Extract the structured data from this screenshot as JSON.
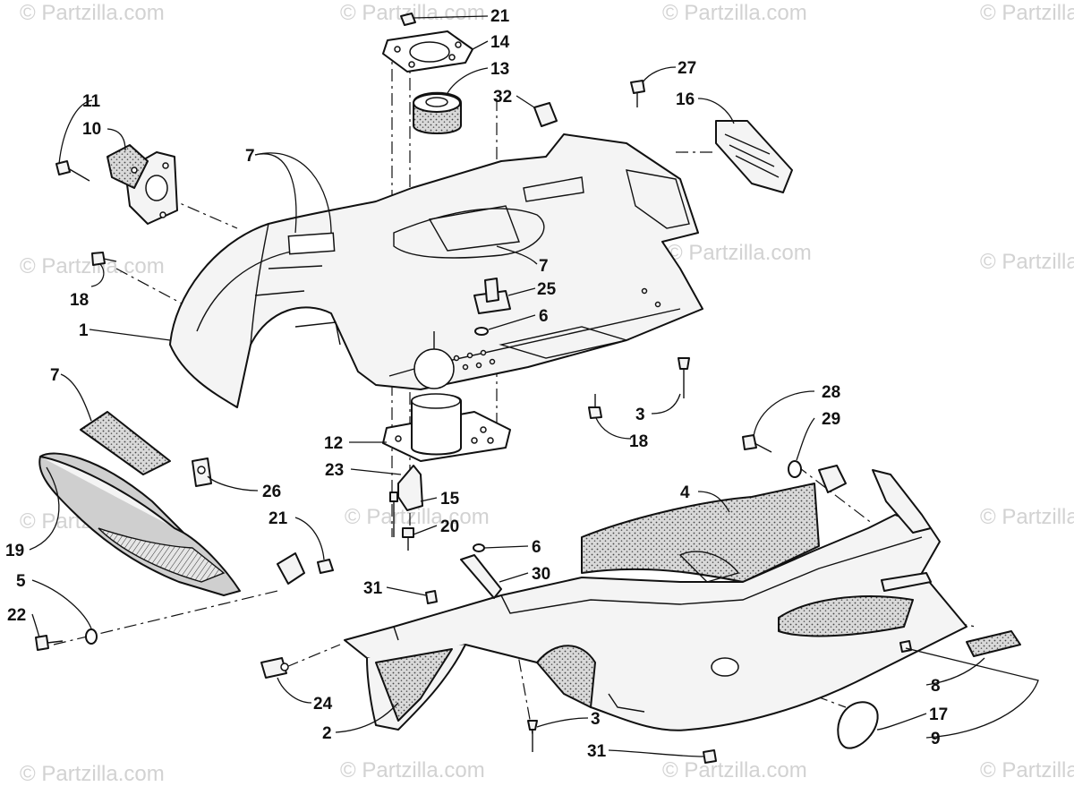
{
  "watermark": {
    "text": "© Partzilla.com"
  },
  "callouts": [
    "21",
    "14",
    "13",
    "32",
    "27",
    "16",
    "11",
    "10",
    "7",
    "18",
    "1",
    "7",
    "25",
    "6",
    "3",
    "18",
    "28",
    "29",
    "12",
    "23",
    "15",
    "20",
    "4",
    "7",
    "26",
    "21",
    "19",
    "5",
    "22",
    "6",
    "30",
    "31",
    "24",
    "2",
    "3",
    "31",
    "8",
    "17",
    "9"
  ]
}
